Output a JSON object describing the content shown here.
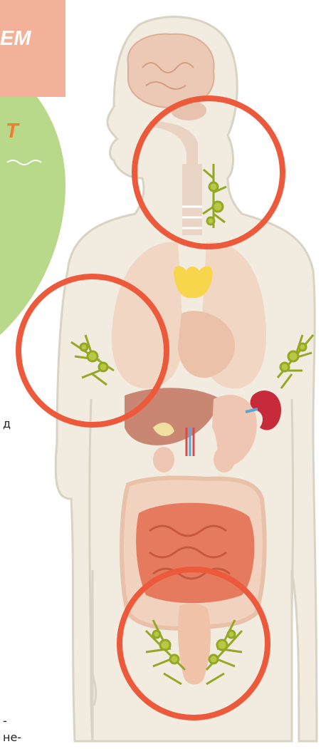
{
  "top_callout": {
    "text": "ЕМ"
  },
  "green_callout": {
    "text": "Т"
  },
  "side_text": {
    "line1": "д",
    "line2": "-",
    "line3": "не-"
  },
  "colors": {
    "salmon_box": "#f4b19a",
    "green_disc": "#b9d98a",
    "body_outline": "#d8d3c3",
    "body_fill": "#f1ebe0",
    "circle_red": "#ec5a3b",
    "gland_green": "#b7c944",
    "thyroid": "#f8d64c",
    "kidney": "#c62a3b",
    "intestine": "#e67a5e",
    "organ_beige": "#efc9b3"
  }
}
